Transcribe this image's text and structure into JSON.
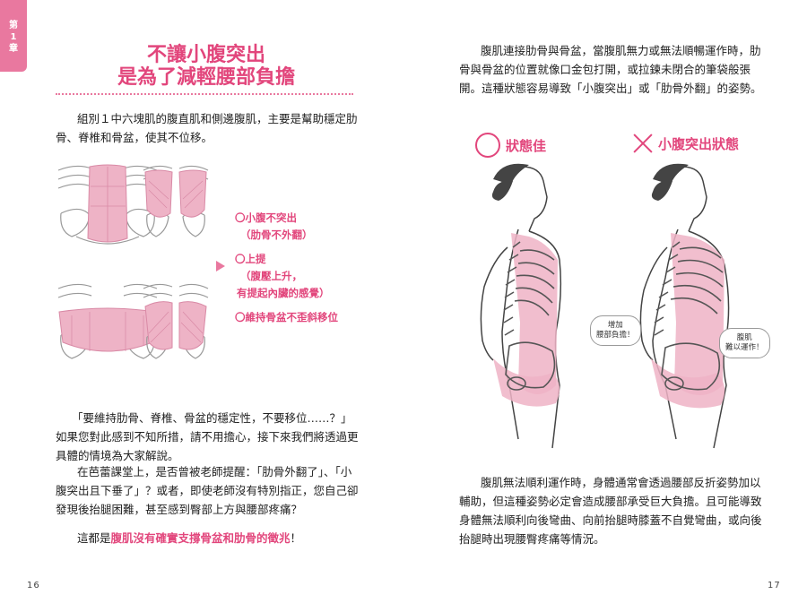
{
  "chapter_tab": {
    "line1": "第",
    "line2": "1",
    "line3": "章"
  },
  "left": {
    "title_line1": "不讓小腹突出",
    "title_line2": "是為了減輕腰部負擔",
    "intro": [
      "組別１中六塊肌的腹直肌和側邊腹肌，主要是幫助穩定肋",
      "骨、脊椎和骨盆，使其不位移。"
    ],
    "benefits": [
      "〇小腹不突出",
      "（肋骨不外翻）",
      "〇上提",
      "（腹壓上升，",
      "有提起內臟的感覺）",
      "〇維持骨盆不歪斜移位"
    ],
    "para1": [
      "「要維持肋骨、脊椎、骨盆的穩定性，不要移位……？」",
      "如果您對此感到不知所措，請不用擔心，接下來我們將透過更",
      "具體的情境為大家解說。"
    ],
    "para2": [
      "在芭蕾課堂上，是否曾被老師提醒：「肋骨外翻了」、「小",
      "腹突出且下垂了」？或者，即使老師沒有特別指正，您自己卻",
      "發現後抬腿困難，甚至感到臀部上方與腰部疼痛？"
    ],
    "conclusion_prefix": "這都是",
    "conclusion_highlight": "腹肌沒有確實支撐骨盆和肋骨的徵兆",
    "conclusion_suffix": "！",
    "page_number": "16"
  },
  "right": {
    "intro": [
      "腹肌連接肋骨與骨盆，當腹肌無力或無法順暢運作時，肋",
      "骨與骨盆的位置就像口金包打開，或拉鍊未閉合的筆袋般張",
      "開。這種狀態容易導致「小腹突出」或「肋骨外翻」的姿勢。"
    ],
    "good_label": "狀態佳",
    "bad_label": "小腹突出狀態",
    "bubble_back": [
      "增加",
      "腰部負擔！"
    ],
    "bubble_abs": [
      "腹肌",
      "難以運作！"
    ],
    "bottom": [
      "腹肌無法順利運作時，身體通常會透過腰部反折姿勢加以",
      "輔助，但這種姿勢必定會造成腰部承受巨大負擔。且可能導致",
      "身體無法順利向後彎曲、向前抬腿時膝蓋不自覺彎曲，或向後",
      "抬腿時出現腰臀疼痛等情況。"
    ],
    "page_number": "17"
  },
  "colors": {
    "accent": "#e2467c",
    "muscle": "#eeb3c6",
    "muscle_dark": "#d98aa6"
  }
}
